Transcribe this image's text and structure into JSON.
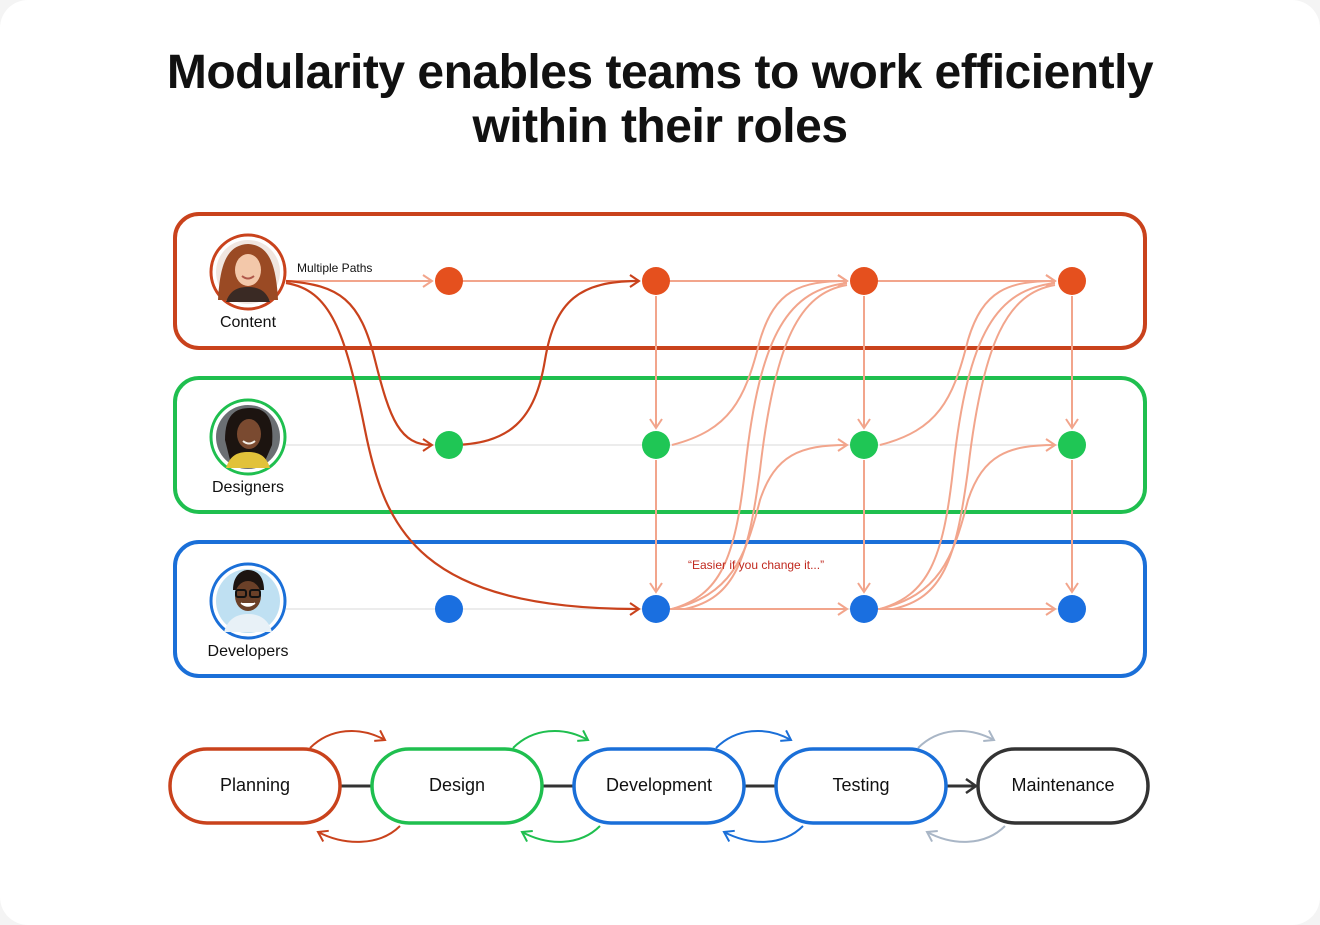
{
  "title": {
    "line1": "Modularity enables teams to work efficiently",
    "line2": "within their roles"
  },
  "colors": {
    "content": "#c9421c",
    "designers": "#1fbf4f",
    "developers": "#1a6fd8",
    "path": "#f2a58c",
    "quote": "#c0281e",
    "maintenance": "#333333",
    "maintenance_loop": "#a9b6c6"
  },
  "lanes": [
    {
      "id": "content",
      "label": "Content",
      "avatar": "person-content-icon"
    },
    {
      "id": "designers",
      "label": "Designers",
      "avatar": "person-designer-icon"
    },
    {
      "id": "developers",
      "label": "Developers",
      "avatar": "person-developer-icon"
    }
  ],
  "annotations": {
    "multiple_paths": "Multiple Paths",
    "quote": "“Easier if you change it...”"
  },
  "phases": [
    {
      "id": "planning",
      "label": "Planning"
    },
    {
      "id": "design",
      "label": "Design"
    },
    {
      "id": "development",
      "label": "Development"
    },
    {
      "id": "testing",
      "label": "Testing"
    },
    {
      "id": "maintenance",
      "label": "Maintenance"
    }
  ]
}
